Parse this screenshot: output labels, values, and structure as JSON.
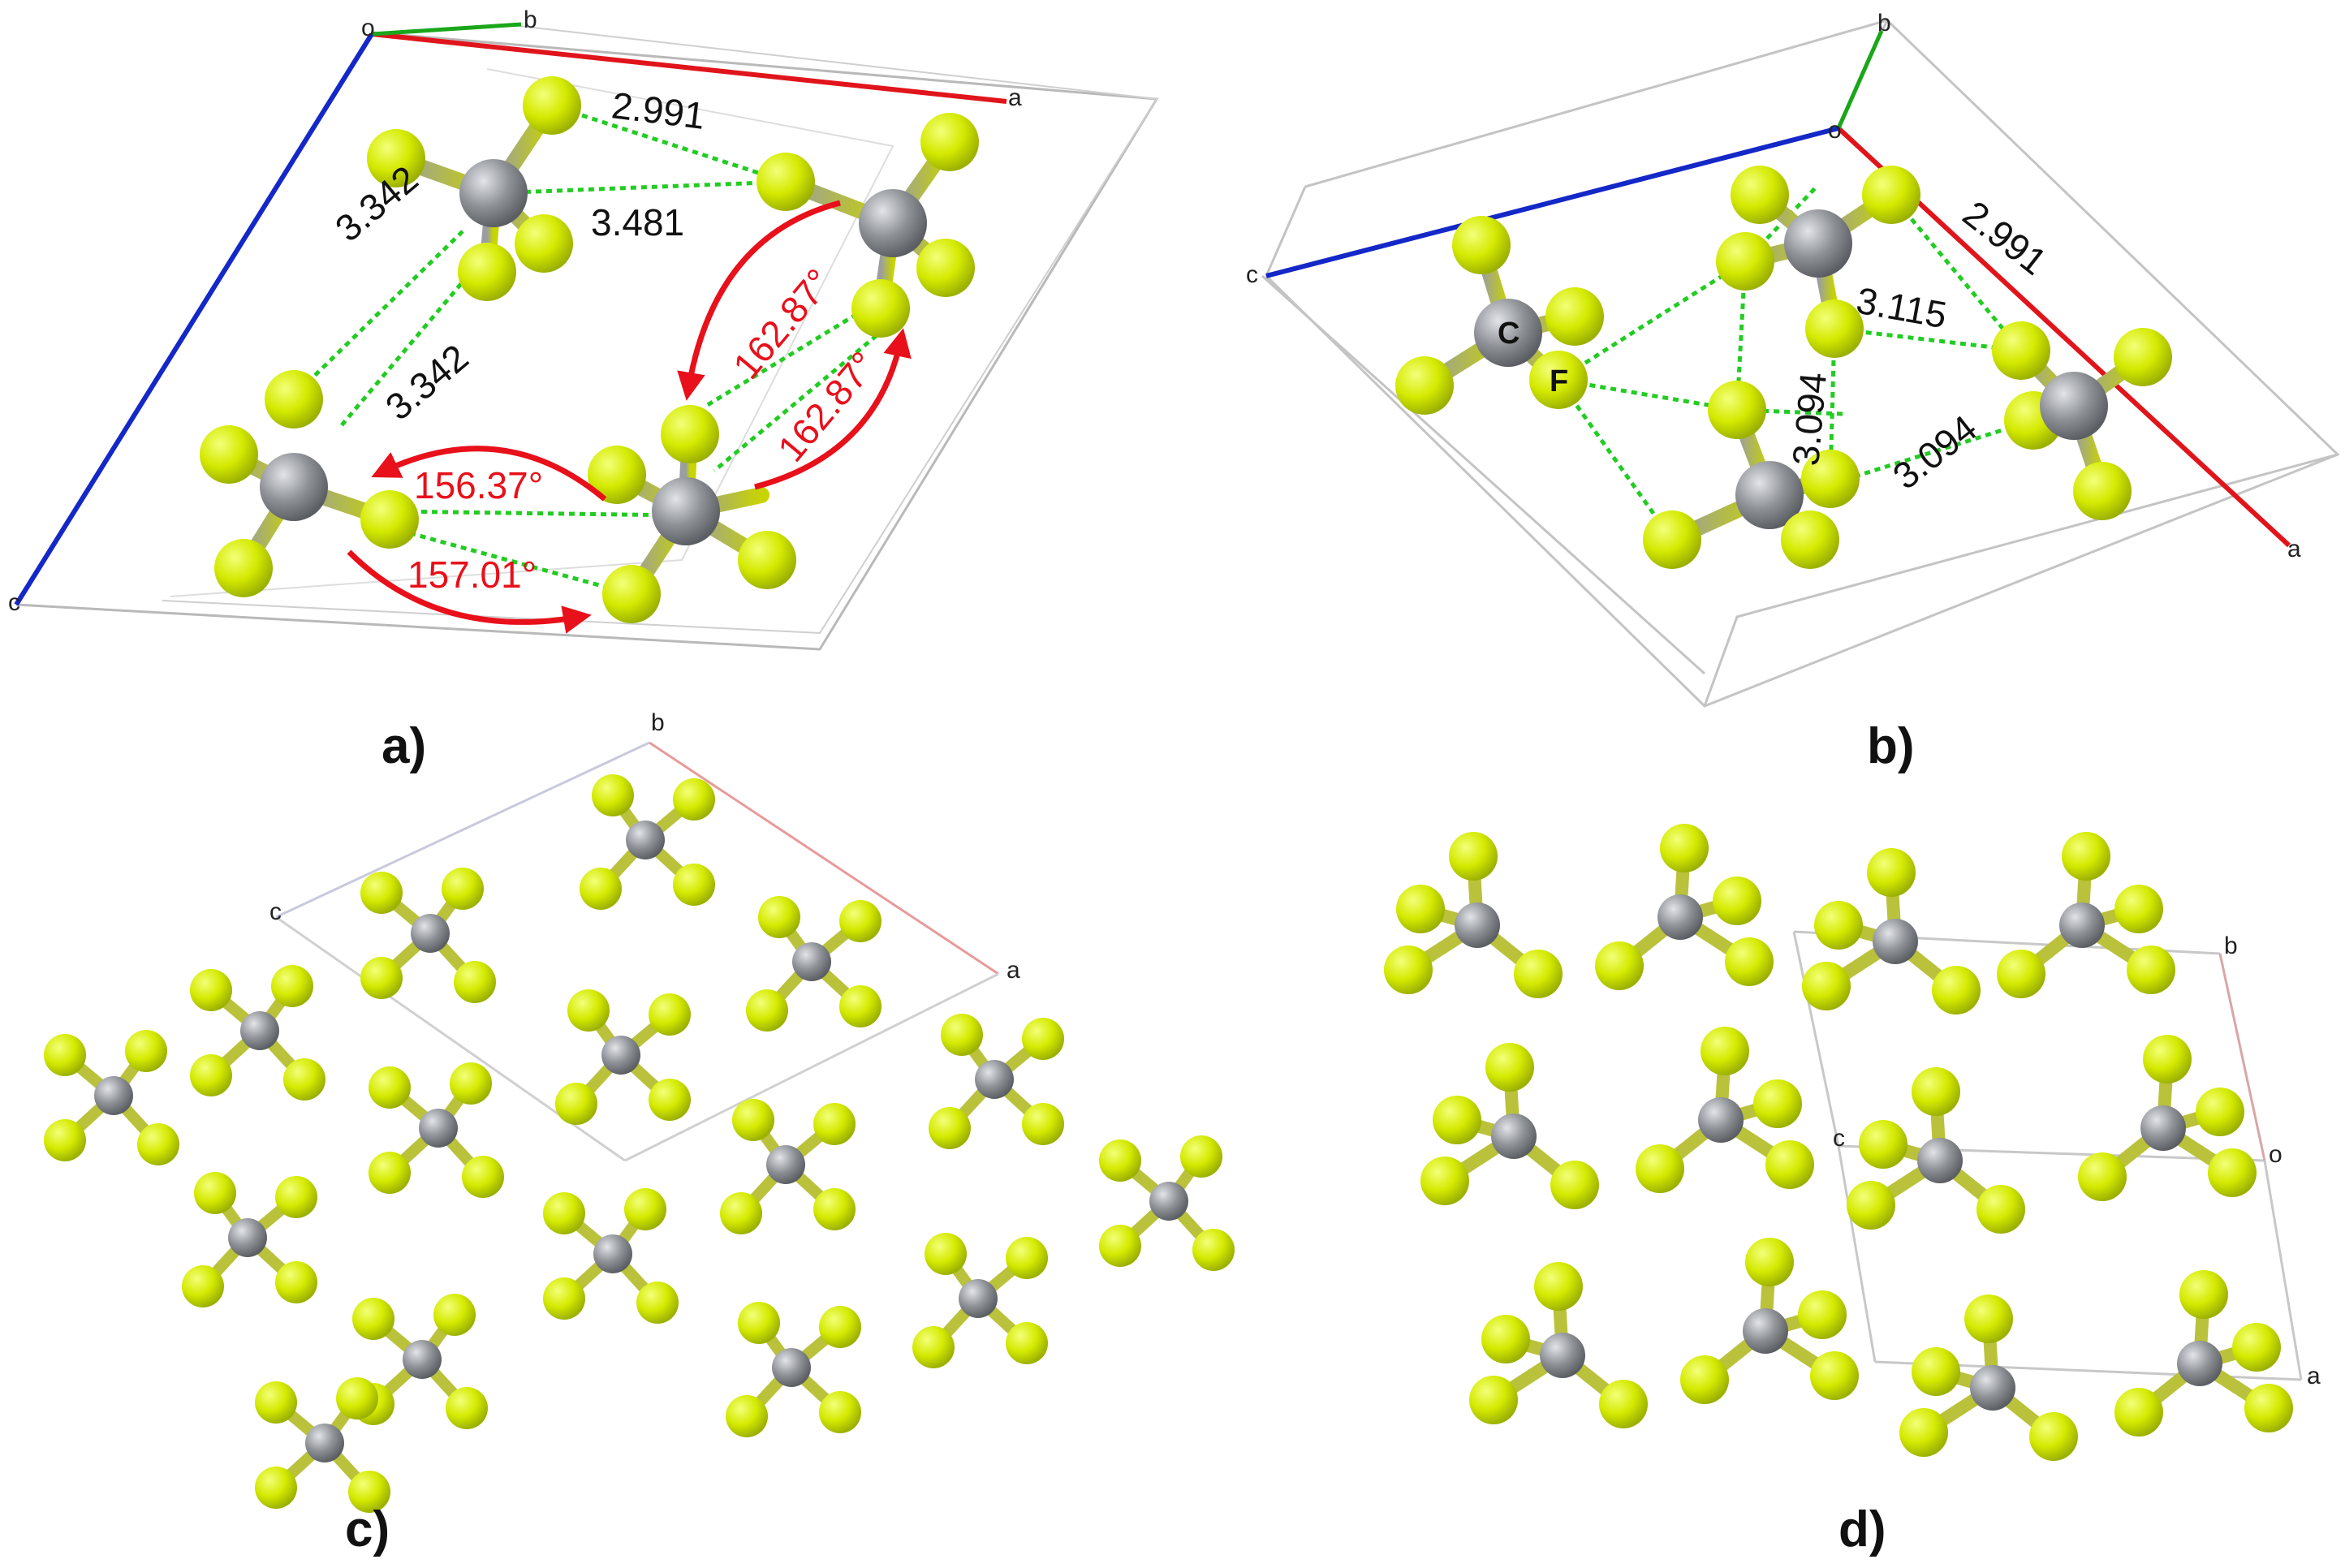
{
  "panels": [
    {
      "id": "a",
      "label": "a)",
      "axes": {
        "origin": "o",
        "a": "a",
        "b": "b",
        "c": "c"
      },
      "distances": [
        "2.991",
        "3.481",
        "3.342",
        "3.342"
      ],
      "angles": [
        "162.87°",
        "162.87°",
        "156.37°",
        "157.01°"
      ]
    },
    {
      "id": "b",
      "label": "b)",
      "axes": {
        "origin": "o",
        "a": "a",
        "b": "b",
        "c": "c"
      },
      "distances": [
        "2.991",
        "3.115",
        "3.094",
        "3.094"
      ],
      "atom_labels": {
        "carbon": "C",
        "fluorine": "F"
      }
    },
    {
      "id": "c",
      "label": "c)",
      "axes": {
        "a": "a",
        "b": "b",
        "c": "c"
      }
    },
    {
      "id": "d",
      "label": "d)",
      "axes": {
        "origin": "o",
        "a": "a",
        "b": "b",
        "c": "c"
      }
    }
  ],
  "colors": {
    "carbon": "#8e9196",
    "fluorine": "#d4ea00",
    "contact": "#22cc22",
    "angle_arrow": "#e8101a",
    "axis_a": "#e0151b",
    "axis_b": "#1aa61a",
    "axis_c": "#1428c8",
    "cell_edge": "#b9b9b9"
  }
}
